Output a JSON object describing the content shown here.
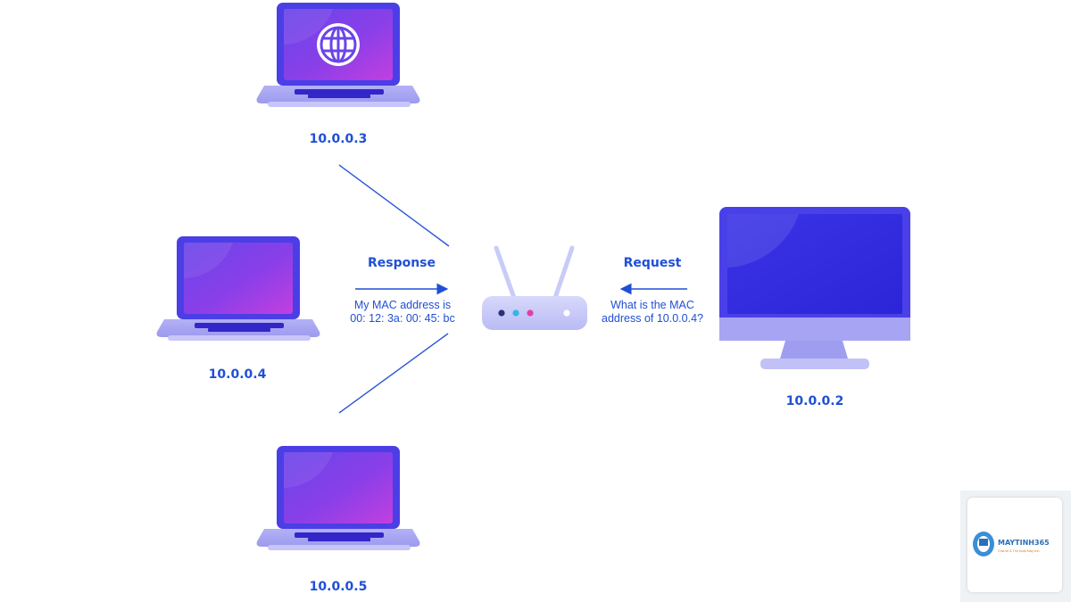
{
  "nodes": {
    "top_laptop": {
      "ip": "10.0.0.3",
      "screen_icon": "globe-icon"
    },
    "left_laptop": {
      "ip": "10.0.0.4"
    },
    "bottom_laptop": {
      "ip": "10.0.0.5"
    },
    "desktop": {
      "ip": "10.0.0.2"
    }
  },
  "response": {
    "heading": "Response",
    "line1": "My MAC address is",
    "line2": "00: 12: 3a: 00: 45: bc"
  },
  "request": {
    "heading": "Request",
    "line1": "What is the MAC",
    "line2": "address of 10.0.0.4?"
  },
  "router": {
    "icon": "router-icon"
  },
  "watermark": {
    "brand": "MAYTINH365",
    "tagline": "Chia sẻ & Thủ thuật Máy tính"
  },
  "colors": {
    "label_blue": "#1f4fd6",
    "device_frame": "#4b3ee6",
    "screen_purple": "#6d3fe9",
    "screen_pink": "#c03ee0",
    "base_lavender": "#a9a7f2",
    "router_body": "#c9ccf8",
    "dot_navy": "#2a2f7a",
    "dot_cyan": "#2fb8e6",
    "dot_pink": "#e03ea8"
  }
}
